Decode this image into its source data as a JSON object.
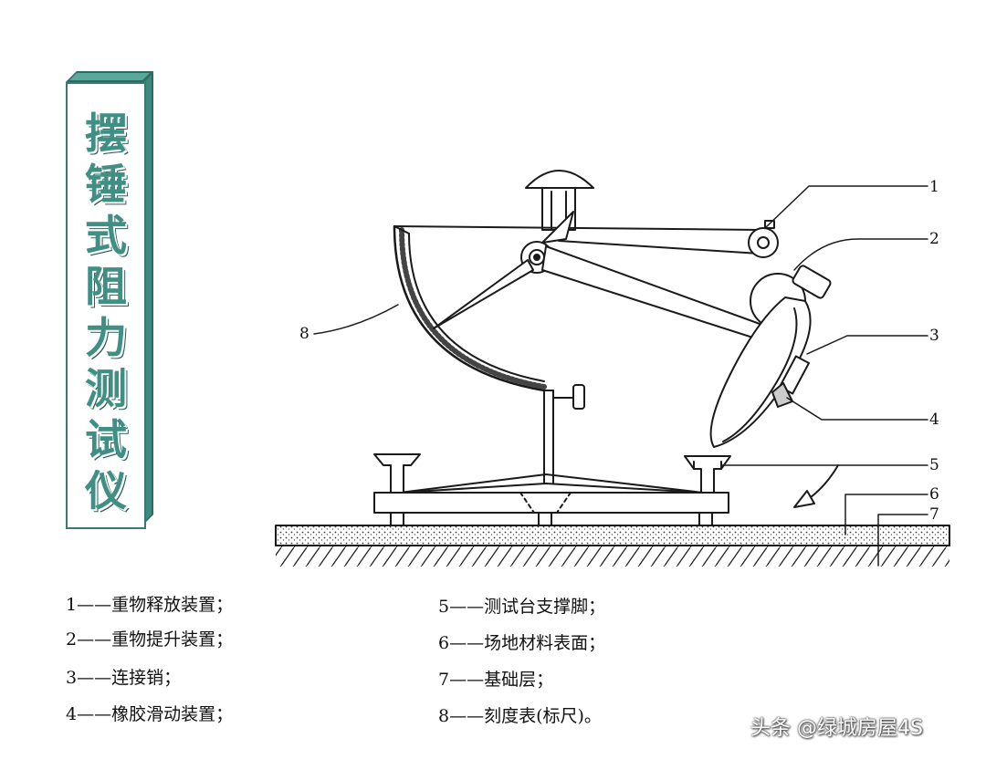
{
  "title_chars": [
    "摆",
    "锤",
    "式",
    "阻",
    "力",
    "测",
    "试",
    "仪"
  ],
  "callouts": [
    "1",
    "2",
    "3",
    "4",
    "5",
    "6",
    "7",
    "8"
  ],
  "legend_left": [
    "1——重物释放装置；",
    "2——重物提升装置；",
    "3——连接销；",
    "4——橡胶滑动装置；"
  ],
  "legend_right": [
    "5——测试台支撑脚；",
    "6——场地材料表面；",
    "7——基础层；",
    "8——刻度表(标尺)。"
  ],
  "watermark": "头条 @绿城房屋4S"
}
